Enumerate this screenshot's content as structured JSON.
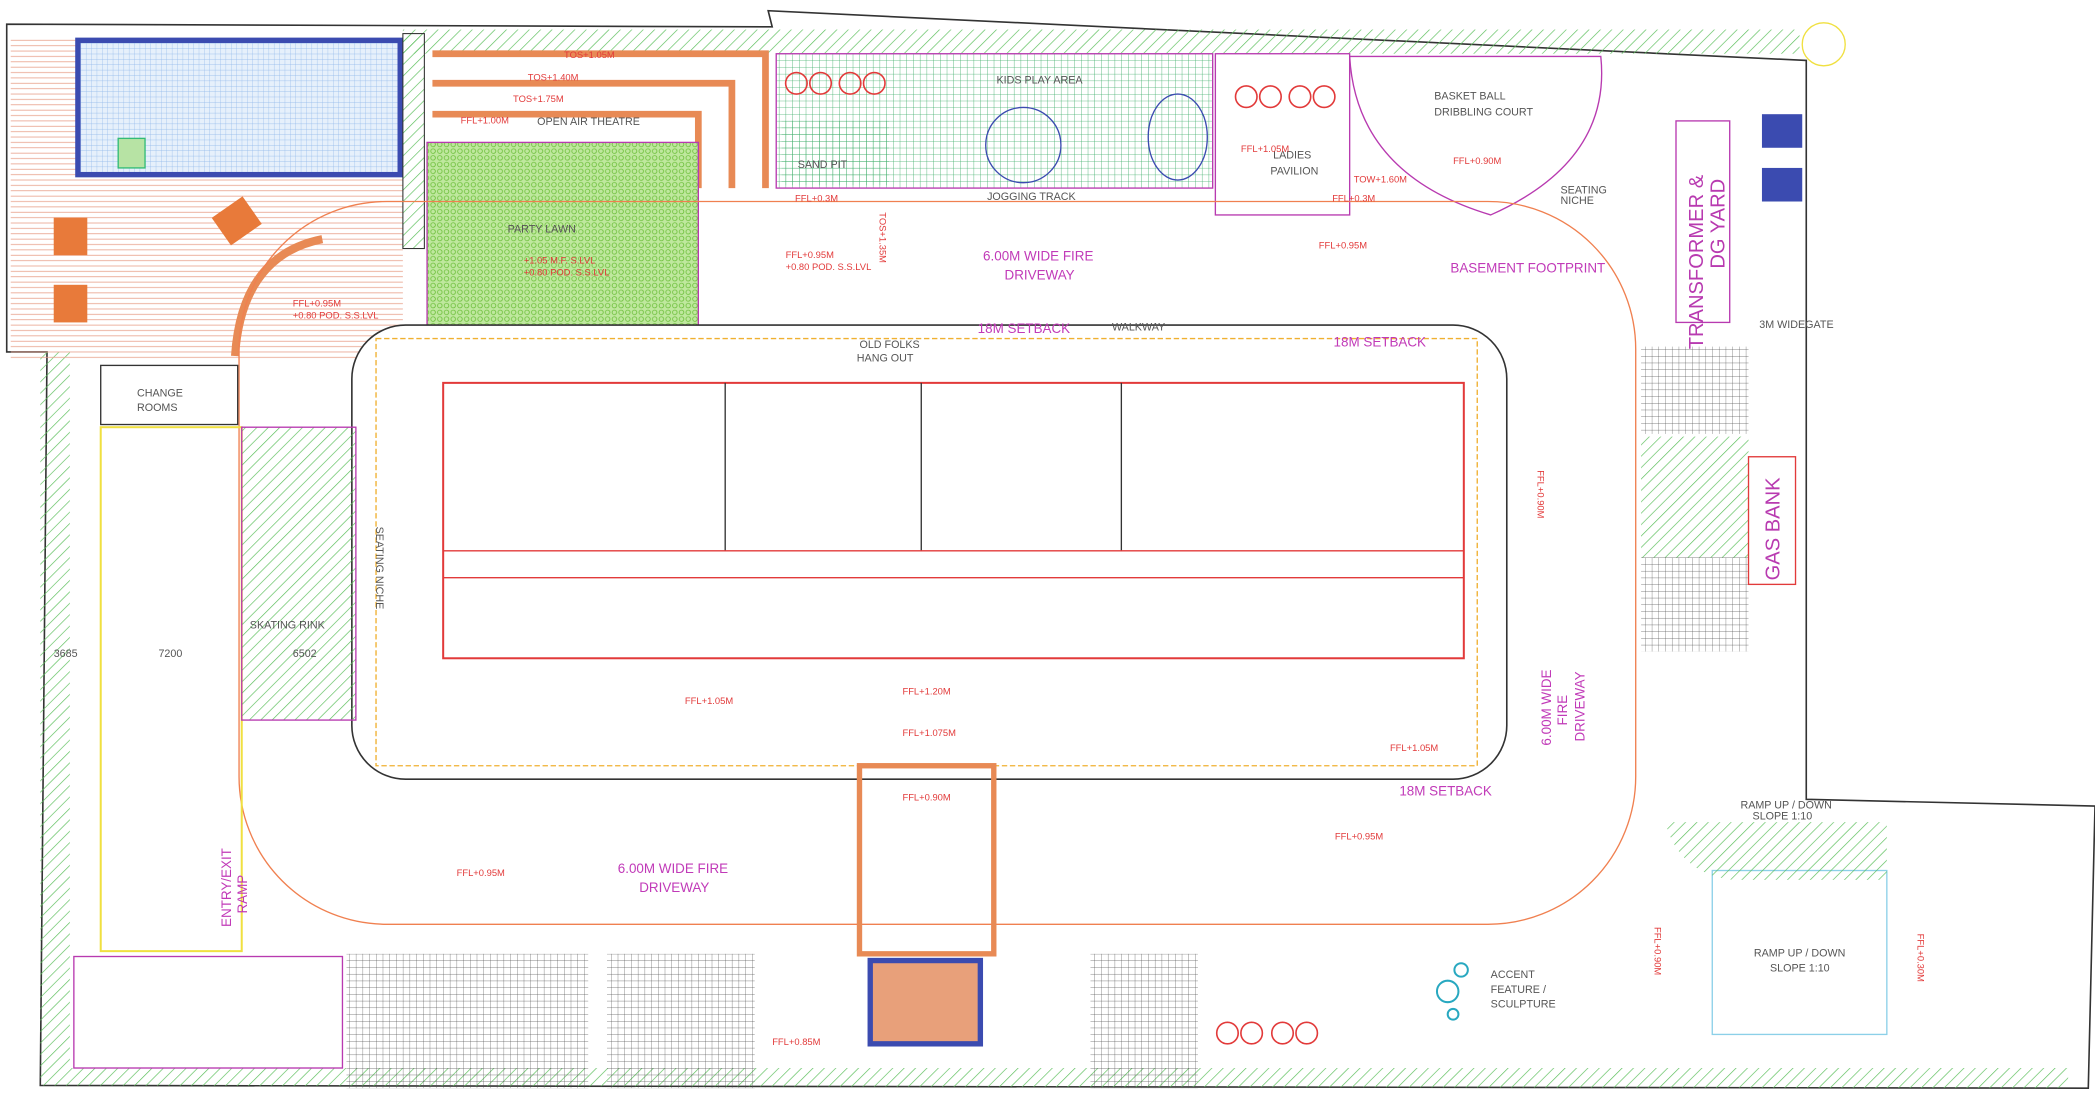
{
  "colors": {
    "landscape_hatch": "#5cbf5c",
    "pool_water": "#9fc8f0",
    "pool_edge": "#3b4bb0",
    "paving": "#e88a55",
    "magenta_text": "#c13ab8",
    "level_text": "#e23a3a",
    "setback_line": "#f08050",
    "lawn": "#7ccf4a"
  },
  "labels": {
    "open_air_theatre": "OPEN AIR THEATRE",
    "party_lawn": "PARTY LAWN",
    "sand_pit": "SAND PIT",
    "kids_play_area": "KIDS PLAY AREA",
    "jogging_track": "JOGGING TRACK",
    "ladies_pavilion": [
      "LADIES",
      "PAVILION"
    ],
    "basketball_court": [
      "BASKET BALL",
      "DRIBBLING COURT"
    ],
    "seating_niche_top": [
      "SEATING",
      "NICHE"
    ],
    "transformer_yard": [
      "TRANSFORMER &",
      "DG YARD"
    ],
    "wide_gate": "3M WIDEGATE",
    "fire_driveway_top": [
      "6.00M WIDE FIRE",
      "DRIVEWAY"
    ],
    "basement_footprint": "BASEMENT FOOTPRINT",
    "setback_1": "18M SETBACK",
    "setback_2": "18M SETBACK",
    "setback_3": "18M SETBACK",
    "walkway": "WALKWAY",
    "old_folks": [
      "OLD FOLKS",
      "HANG OUT"
    ],
    "change_rooms": [
      "CHANGE",
      "ROOMS"
    ],
    "seating_niche_left": "SEATING NICHE",
    "skating_rink": "SKATING RINK",
    "dims": [
      "3685",
      "7200",
      "6502"
    ],
    "gas_bank": "GAS BANK",
    "fire_driveway_right": [
      "6.00M WIDE",
      "FIRE",
      "DRIVEWAY"
    ],
    "entry_exit_ramp": [
      "ENTRY/EXIT",
      "RAMP"
    ],
    "fire_driveway_bottom": [
      "6.00M WIDE FIRE",
      "DRIVEWAY"
    ],
    "accent_feature": [
      "ACCENT",
      "FEATURE /",
      "SCULPTURE"
    ],
    "ramp_main": [
      "RAMP UP / DOWN",
      "SLOPE 1:10"
    ],
    "ramp_small": [
      "RAMP UP / DOWN",
      "SLOPE 1:10"
    ]
  },
  "levels": [
    "FFL+1.00M",
    "TOS+1.05M",
    "TOS+1.40M",
    "TOS+1.75M",
    "FFL+0.3M",
    "TOS+1.35M",
    "+1.05 M.F. S.LVL",
    "+0.80 POD. S.S.LVL",
    "FFL+0.95M",
    "+0.80 POD. S.S.LVL",
    "FFL+0.95M",
    "+0.80 POD. S.S.LVL",
    "FFL+1.05M",
    "TOW+1.60M",
    "FFL+0.3M",
    "FFL+0.90M",
    "FFL+0.95M",
    "FFL+0.95M",
    "FFL+1.05M",
    "FFL+1.20M",
    "FFL+1.075M",
    "FFL+0.90M",
    "FFL+0.95M",
    "FFL+1.05M",
    "FFL+0.90M",
    "FFL+0.85M",
    "FFL+0.90M",
    "FFL+0.30M"
  ]
}
